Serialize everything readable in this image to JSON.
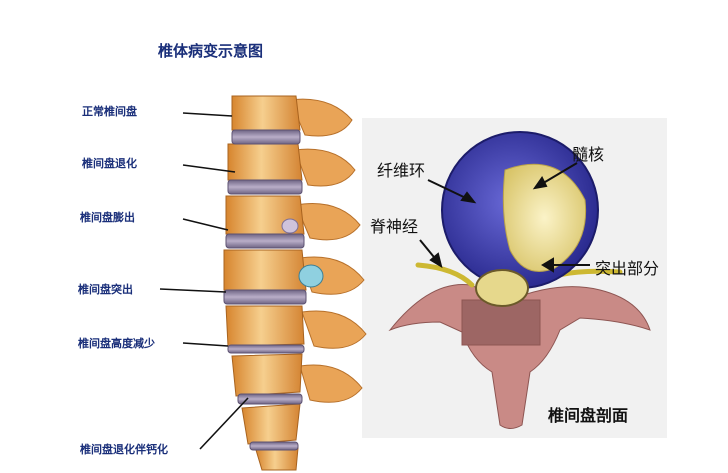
{
  "title": "椎体病变示意图",
  "spine_labels": [
    "正常椎间盘",
    "椎间盘退化",
    "椎间盘膨出",
    "椎间盘突出",
    "椎间盘高度减少",
    "椎间盘退化伴钙化"
  ],
  "cross_section": {
    "annulus_label": "纤维环",
    "nucleus_label": "髓核",
    "nerve_label": "脊神经",
    "protrusion_label": "突出部分",
    "caption": "椎间盘剖面"
  },
  "colors": {
    "label_text": "#1a2f7a",
    "vertebra": "#e8a24a",
    "vertebra_light": "#f6cf8e",
    "disc": "#8a7aa0",
    "annulus": "#3f3fa8",
    "nucleus": "#e8d98a",
    "nerve": "#f0df6a",
    "bone_pink": "#c98a86"
  }
}
